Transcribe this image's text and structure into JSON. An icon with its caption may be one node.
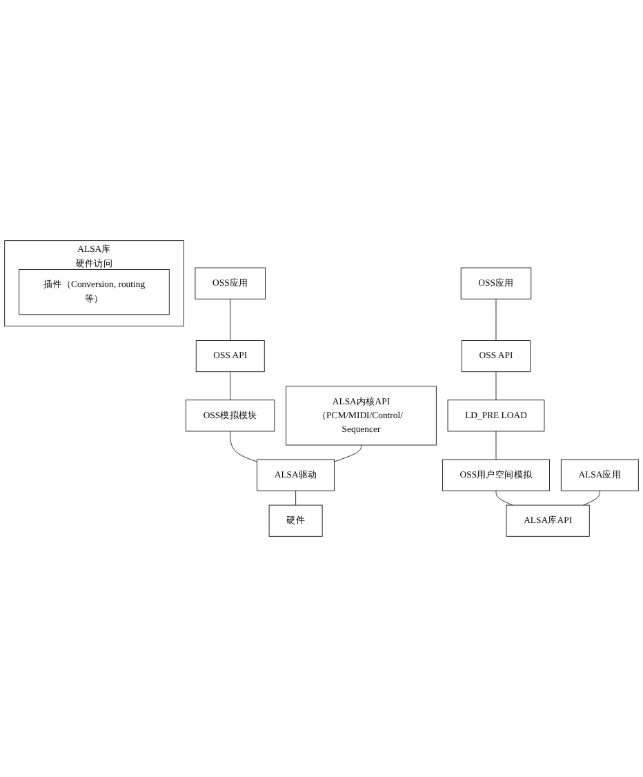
{
  "diagram": {
    "nodes": [
      {
        "text": [
          "OSS应用"
        ]
      },
      {
        "text": [
          "OSS应用"
        ]
      },
      {
        "text": [
          "ALSA应用"
        ]
      },
      {
        "text": [
          "OSS API"
        ]
      },
      {
        "text": [
          "LD_PRE LOAD"
        ]
      },
      {
        "text": [
          "OSS用户空间模拟"
        ]
      },
      {
        "text": [
          "ALSA库API"
        ]
      },
      {
        "text": [
          "ALSA库",
          "硬件访问"
        ]
      },
      {
        "text": [
          "插件（Conversion, routing等）"
        ],
        "in": 7
      },
      {
        "text": [
          "OSS API"
        ]
      },
      {
        "text": [
          "OSS模拟模块"
        ]
      },
      {
        "text": [
          "ALSA内核API（PCM/MIDI/Control/ Sequencer"
        ]
      },
      {
        "text": [
          "ALSA驱动"
        ]
      },
      {
        "text": [
          "硬件"
        ]
      }
    ],
    "edges": [
      {
        "from": 1,
        "to": 3,
        "arrow": "none"
      },
      {
        "from": 3,
        "to": 4,
        "arrow": "none"
      },
      {
        "from": 4,
        "to": 5,
        "arrow": "none"
      },
      {
        "from": 5,
        "to": 6,
        "arrow": "none"
      },
      {
        "from": 2,
        "to": 6,
        "arrow": "none"
      },
      {
        "from": 0,
        "to": 9,
        "arrow": "none"
      },
      {
        "from": 9,
        "to": 10,
        "arrow": "none"
      },
      {
        "from": 10,
        "to": 12,
        "arrow": "none"
      },
      {
        "from": 11,
        "to": 12,
        "arrow": "none"
      },
      {
        "from": 12,
        "to": 13,
        "arrow": "none"
      }
    ]
  }
}
